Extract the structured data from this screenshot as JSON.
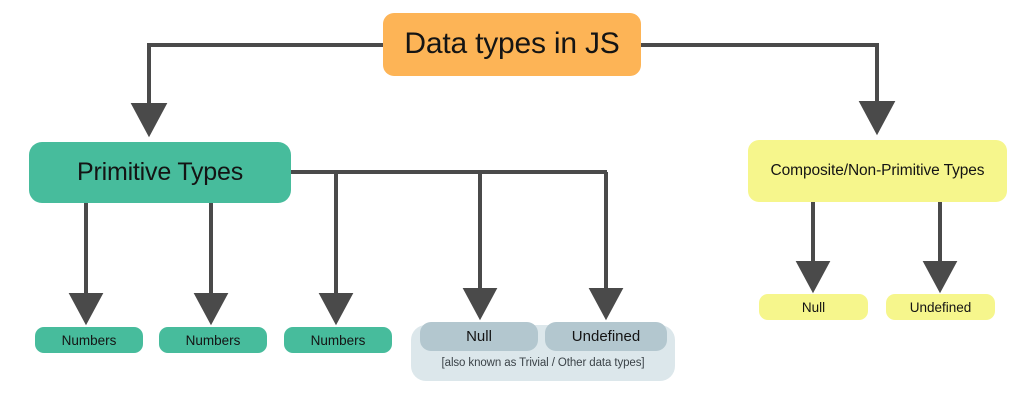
{
  "diagram": {
    "title": "Data types in JS",
    "background_color": "#ffffff",
    "connector_color": "#4a4a4a",
    "colors": {
      "root": "#FDB456",
      "primitive": "#47BC9C",
      "composite": "#F6F68C",
      "trivial_group": "#DCE7EB",
      "trivial_pill": "#B3C7CF"
    },
    "root": {
      "label": "Data types in JS"
    },
    "branches": {
      "primitive": {
        "label": "Primitive Types",
        "children": [
          {
            "label": "Numbers"
          },
          {
            "label": "Numbers"
          },
          {
            "label": "Numbers"
          },
          {
            "label": "Null"
          },
          {
            "label": "Undefined"
          }
        ],
        "group_caption": "[also known as Trivial / Other data types]"
      },
      "composite": {
        "label": "Composite/Non-Primitive Types",
        "children": [
          {
            "label": "Null"
          },
          {
            "label": "Undefined"
          }
        ]
      }
    }
  }
}
